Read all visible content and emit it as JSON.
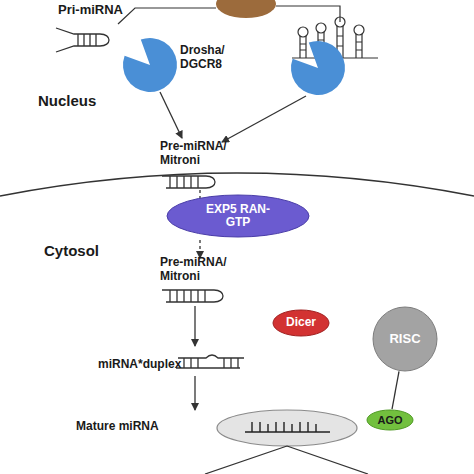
{
  "diagram": {
    "nodes": [
      {
        "text": [
          "EXP5 RAN-GTP"
        ]
      },
      {
        "text": [
          "Dicer"
        ]
      },
      {
        "text": [
          "RISC"
        ]
      },
      {
        "text": [
          "AGO"
        ]
      }
    ],
    "edges": [
      {
        "from": 3,
        "to": 2,
        "arrow": "none"
      }
    ],
    "labels": [
      "Pri-miRNA",
      "Drosha/ DGCR8",
      "Nucleus",
      "Pre-miRNA/ Mitroni",
      "Cytosol",
      "Pre-miRNA/ Mitroni",
      "miRNA*duplex",
      "Mature miRNA"
    ]
  }
}
